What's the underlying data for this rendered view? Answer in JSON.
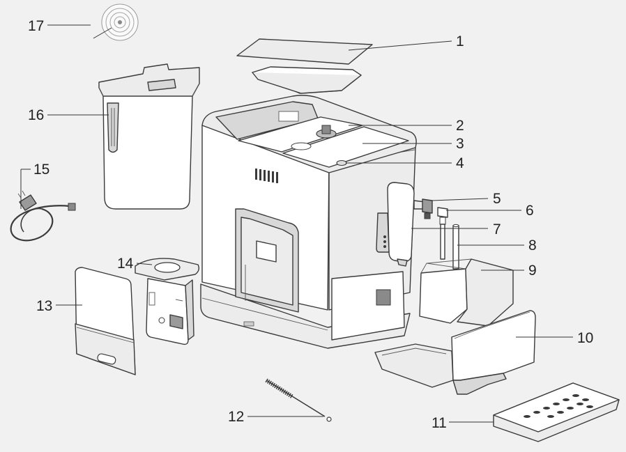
{
  "callouts": [
    {
      "id": "1",
      "label": "1"
    },
    {
      "id": "2",
      "label": "2"
    },
    {
      "id": "3",
      "label": "3"
    },
    {
      "id": "4",
      "label": "4"
    },
    {
      "id": "5",
      "label": "5"
    },
    {
      "id": "6",
      "label": "6"
    },
    {
      "id": "7",
      "label": "7"
    },
    {
      "id": "8",
      "label": "8"
    },
    {
      "id": "9",
      "label": "9"
    },
    {
      "id": "10",
      "label": "10"
    },
    {
      "id": "11",
      "label": "11"
    },
    {
      "id": "12",
      "label": "12"
    },
    {
      "id": "13",
      "label": "13"
    },
    {
      "id": "14",
      "label": "14"
    },
    {
      "id": "15",
      "label": "15"
    },
    {
      "id": "16",
      "label": "16"
    },
    {
      "id": "17",
      "label": "17"
    }
  ],
  "colors": {
    "background": "#f1f1f1",
    "line": "#3a3a3a",
    "label": "#222222"
  }
}
